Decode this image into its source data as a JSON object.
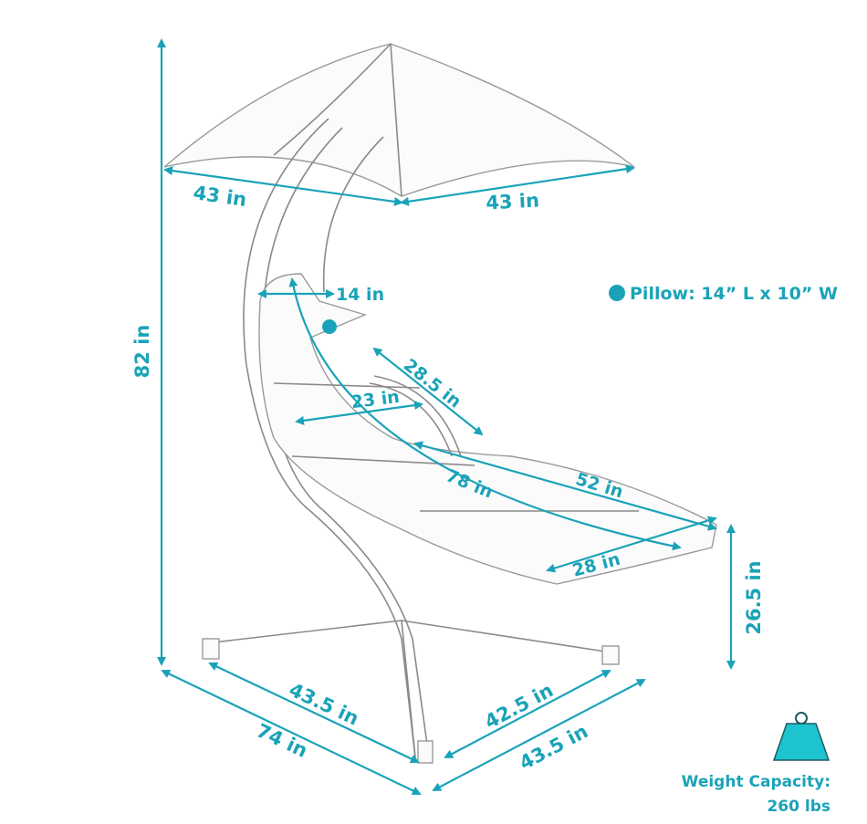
{
  "accent_color": "#1aa3b8",
  "dimensions": {
    "height_total": "82 in",
    "canopy_left": "43 in",
    "canopy_right": "43 in",
    "pillow_width": "14 in",
    "armrest": "28.5 in",
    "back_width": "23 in",
    "cushion_length": "78 in",
    "seat_length": "52 in",
    "seat_width": "28 in",
    "seat_height": "26.5 in",
    "base_left": "43.5 in",
    "base_total": "74 in",
    "base_front": "42.5 in",
    "base_right": "43.5 in"
  },
  "legend": {
    "pillow": "Pillow: 14” L x 10” W"
  },
  "weight": {
    "icon": "weight-icon",
    "label": "Weight Capacity:",
    "value": "260 lbs"
  }
}
